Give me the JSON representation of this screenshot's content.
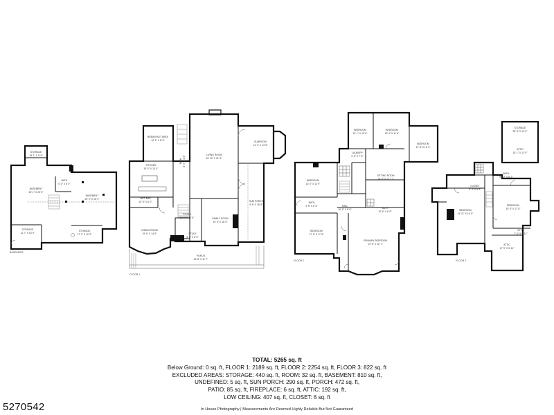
{
  "floors": {
    "basement": {
      "caption": "BASEMENT",
      "rooms": [
        {
          "id": "storage_top",
          "name": "STORAGE",
          "dims": "18' 1\" X 5' 9\""
        },
        {
          "id": "basement_a",
          "name": "BASEMENT",
          "dims": "30' 1\" X 23' 0\""
        },
        {
          "id": "bath",
          "name": "BATH",
          "dims": "6' 0\" X 6' 0\""
        },
        {
          "id": "basement_b",
          "name": "BASEMENT",
          "dims": "20' 9\" X 15' 0\""
        },
        {
          "id": "storage_left",
          "name": "STORAGE",
          "dims": "11' 7\" X 10' 0\""
        },
        {
          "id": "storage_right",
          "name": "STORAGE",
          "dims": "17' 7\" X 10' 2\""
        }
      ]
    },
    "floor1": {
      "caption": "FLOOR 1",
      "rooms": [
        {
          "id": "breakfast",
          "name": "BREAKFAST AREA",
          "dims": "12' 1\" X 8' 5\""
        },
        {
          "id": "bath1",
          "name": "BATH",
          "dims": "8' 0\" X 4' 3\""
        },
        {
          "id": "living",
          "name": "LIVING ROOM",
          "dims": "18' 10\" X 21' 9\""
        },
        {
          "id": "sunroom",
          "name": "SUNROOM",
          "dims": "14' 1\" X 14' 5\""
        },
        {
          "id": "kitchen",
          "name": "KITCHEN",
          "dims": "15' 0\" X 13' 4\""
        },
        {
          "id": "wetbar",
          "name": "WET BAR",
          "dims": "10' 5\" X 8' 0\""
        },
        {
          "id": "sunporch",
          "name": "SUN PORCH",
          "dims": "9' 6\" X 28' 5\""
        },
        {
          "id": "foyer",
          "name": "FOYER",
          "dims": "12' 6\" X 11' 5\""
        },
        {
          "id": "family",
          "name": "FAMILY ROOM",
          "dims": "15' 5\" X 16' 5\""
        },
        {
          "id": "dining",
          "name": "DINING ROOM",
          "dims": "19' 0\" X 14' 5\""
        },
        {
          "id": "study",
          "name": "STUDY",
          "dims": "6' 0\" X 6' 5\""
        },
        {
          "id": "porch",
          "name": "PORCH",
          "dims": "49' 8\" X 11' 7\""
        }
      ]
    },
    "floor2": {
      "caption": "FLOOR 2",
      "rooms": [
        {
          "id": "bed_a",
          "name": "BEDROOM",
          "dims": "10' 1\" X 13' 8\""
        },
        {
          "id": "bed_b",
          "name": "BEDROOM",
          "dims": "12' 5\" X 11' 6\""
        },
        {
          "id": "bed_c",
          "name": "BEDROOM",
          "dims": "11' 8\" X 12' 0\""
        },
        {
          "id": "laundry",
          "name": "LAUNDRY",
          "dims": "6' 5\" X 7' 6\""
        },
        {
          "id": "bed_d",
          "name": "BEDROOM",
          "dims": "13' 0\" X 11' 9\""
        },
        {
          "id": "sitting",
          "name": "SITTING ROOM",
          "dims": "14' 8\" X 17' 11\""
        },
        {
          "id": "bath2a",
          "name": "BATH",
          "dims": "9' 5\" X 6' 5\""
        },
        {
          "id": "bath2b",
          "name": "BATH",
          "dims": "10' 6\" X 6' 9\""
        },
        {
          "id": "hall",
          "name": "HALL",
          "dims": "10' 9\" X 5' 5\""
        },
        {
          "id": "bed_e",
          "name": "BEDROOM",
          "dims": "17' 9\" X 17' 5\""
        },
        {
          "id": "primary",
          "name": "PRIMARY BEDROOM",
          "dims": "19' 5\" X 22' 7\""
        }
      ]
    },
    "floor3": {
      "caption": "FLOOR 3",
      "rooms": [
        {
          "id": "storage3",
          "name": "STORAGE",
          "dims": "25' 5\" X 14' 9\""
        },
        {
          "id": "attic_top",
          "name": "ATTIC",
          "dims": "15' 1\" X 12' 9\""
        },
        {
          "id": "bath3",
          "name": "BATH",
          "dims": "8' 10\" X 8' 2\""
        },
        {
          "id": "closet",
          "name": "CLOSET",
          "dims": "3' 3\" X 5' 5\""
        },
        {
          "id": "bed3a",
          "name": "BEDROOM",
          "dims": "14' 11\" X 16' 5\""
        },
        {
          "id": "bed3b",
          "name": "BEDROOM",
          "dims": "15' 5\" X 17' 8\""
        },
        {
          "id": "attic_mid",
          "name": "ATTIC",
          "dims": "7' 6\" X 8' 11\""
        },
        {
          "id": "attic_bot",
          "name": "ATTIC",
          "dims": "17' 9\" X 5' 11\""
        }
      ]
    }
  },
  "summary": {
    "total": "TOTAL: 5265 sq. ft",
    "line1": "Below Ground: 0 sq. ft, FLOOR 1: 2189 sq. ft, FLOOR 2: 2254 sq. ft, FLOOR 3: 822 sq. ft",
    "line2": "EXCLUDED AREAS: STORAGE: 440 sq. ft, ROOM: 32 sq. ft, BASEMENT: 810 sq. ft,",
    "line3": "UNDEFINED: 5 sq. ft, SUN PORCH: 290 sq. ft, PORCH: 472 sq. ft,",
    "line4": "PATIO: 85 sq. ft, FIREPLACE: 6 sq. ft, ATTIC: 192 sq. ft,",
    "line5": "LOW CEILING: 407 sq. ft, CLOSET: 6 sq. ft",
    "credit": "In House Photography | Measurements Are Deemed Highly Reliable But Not Guaranteed"
  },
  "listing_id": "5270542"
}
